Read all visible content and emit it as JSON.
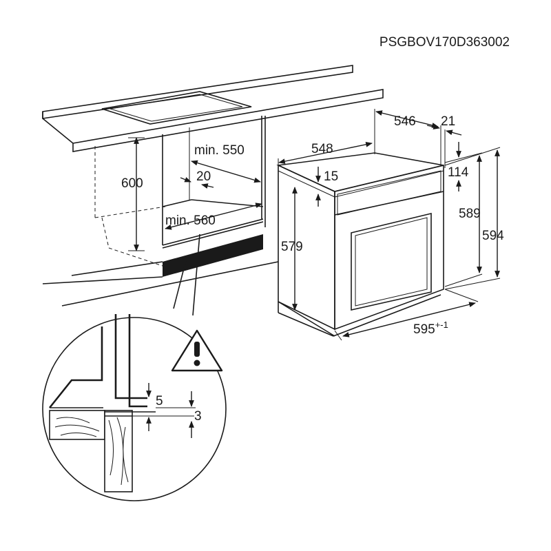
{
  "doc_code": "PSGBOV170D363002",
  "dims": {
    "d600": "600",
    "min550": "min. 550",
    "d20": "20",
    "min560": "min. 560",
    "d548": "548",
    "d546": "546",
    "d21": "21",
    "d15": "15",
    "d114": "114",
    "d589": "589",
    "d594": "594",
    "d579": "579",
    "d595": "595",
    "d595_tol": "+-1",
    "d5": "5",
    "d3": "3"
  },
  "icons": {
    "warning": "warning-triangle-icon"
  }
}
